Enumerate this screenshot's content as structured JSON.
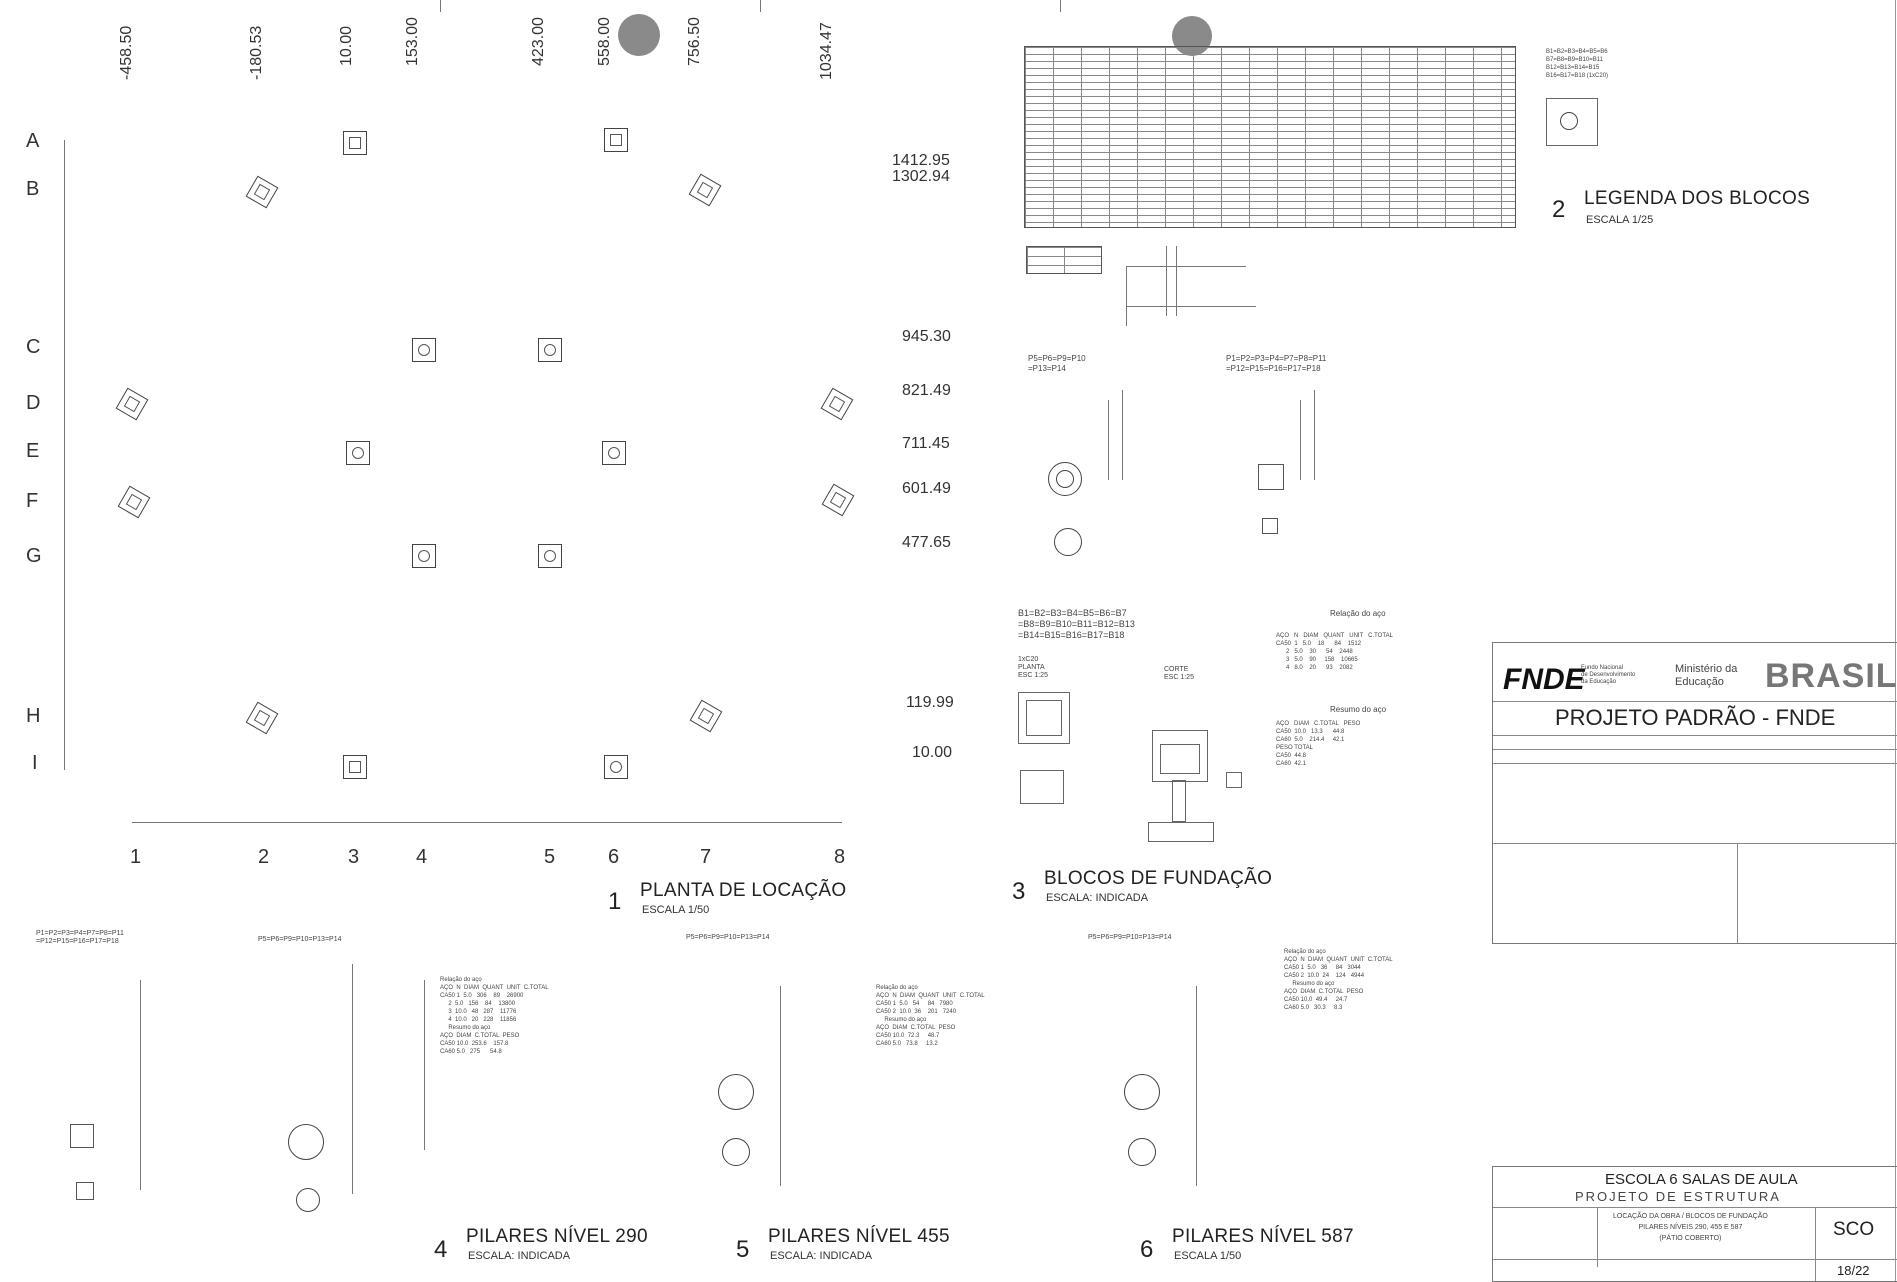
{
  "plan": {
    "x_coords": [
      "-458.50",
      "-180.53",
      "10.00",
      "153.00",
      "423.00",
      "558.00",
      "756.50",
      "1034.47"
    ],
    "y_coords": [
      "1412.95",
      "1302.94",
      "945.30",
      "821.49",
      "711.45",
      "601.49",
      "477.65",
      "119.99",
      "10.00"
    ],
    "rows": [
      "A",
      "B",
      "C",
      "D",
      "E",
      "F",
      "G",
      "H",
      "I"
    ],
    "cols": [
      "1",
      "2",
      "3",
      "4",
      "5",
      "6",
      "7",
      "8"
    ],
    "title_num": "1",
    "title": "PLANTA DE LOCAÇÃO",
    "scale": "ESCALA 1/50"
  },
  "legend_blocks": {
    "title_num": "2",
    "title": "LEGENDA DOS BLOCOS",
    "scale": "ESCALA 1/25"
  },
  "foundation": {
    "title_num": "3",
    "title": "BLOCOS DE FUNDAÇÃO",
    "scale": "ESCALA: INDICADA",
    "group_a": "P5=P6=P9=P10\n=P13=P14",
    "group_b": "P1=P2=P3=P4=P7=P8=P11\n=P12=P15=P16=P17=P18",
    "blocks": "B1=B2=B3=B4=B5=B6=B7\n=B8=B9=B10=B11=B12=B13\n=B14=B15=B16=B17=B18",
    "rel_title": "Relação do aço",
    "res_title": "Resumo do aço",
    "planta": "1xC20\nPLANTA\nESC 1:25",
    "corte": "CORTE\nESC 1:25"
  },
  "pillars": [
    {
      "num": "4",
      "title": "PILARES NÍVEL 290",
      "scale": "ESCALA: INDICADA",
      "head": "P1=P2=P3=P4=P7=P8=P11\n=P12=P15=P16=P17=P18",
      "head2": "P5=P6=P9=P10=P13=P14"
    },
    {
      "num": "5",
      "title": "PILARES NÍVEL 455",
      "scale": "ESCALA: INDICADA",
      "head": "P5=P6=P9=P10=P13=P14"
    },
    {
      "num": "6",
      "title": "PILARES NÍVEL 587",
      "scale": "ESCALA 1/50",
      "head": "P5=P6=P9=P10=P13=P14"
    }
  ],
  "titleblock": {
    "fnde": "FNDE",
    "fnde_sub": "Fundo Nacional\nde Desenvolvimento\nda Educação",
    "ministry": "Ministério da\nEducação",
    "brasil": "BRASIL",
    "project": "PROJETO PADRÃO - FNDE",
    "school": "ESCOLA 6 SALAS DE AULA",
    "structure": "PROJETO DE ESTRUTURA",
    "desc": "LOCAÇÃO DA OBRA / BLOCOS DE FUNDAÇÃO\nPILARES NÍVEIS 290, 455 E 587\n(PÁTIO COBERTO)",
    "code": "SCO",
    "sheet": "18/22"
  },
  "colors": {
    "marker": "#777777",
    "ink": "#222222"
  }
}
